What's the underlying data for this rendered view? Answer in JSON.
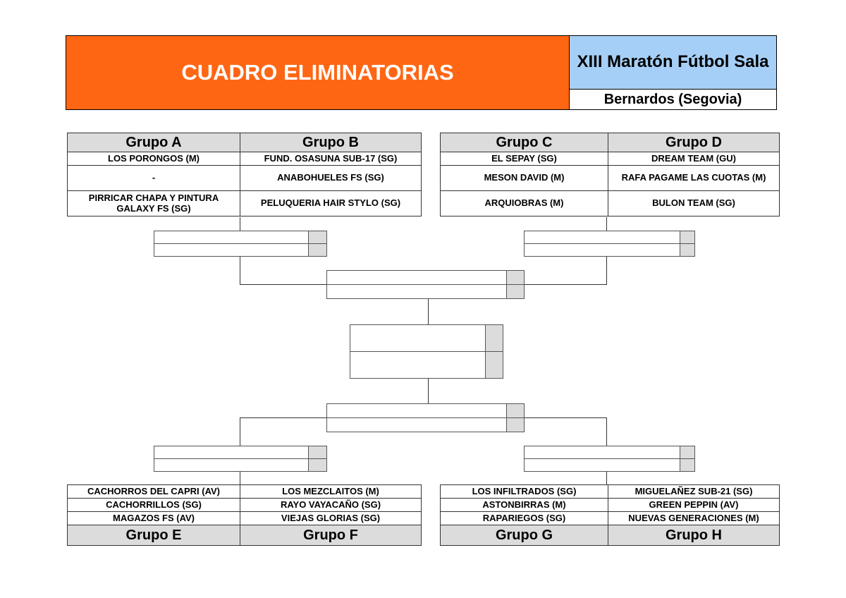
{
  "header": {
    "title": "CUADRO ELIMINATORIAS",
    "event": "XIII Maratón Fútbol Sala",
    "location": "Bernardos (Segovia)"
  },
  "groups_top_left": {
    "headers": [
      "Grupo A",
      "Grupo B"
    ],
    "rows": [
      [
        "LOS PORONGOS (M)",
        "FUND. OSASUNA SUB-17 (SG)"
      ],
      [
        "-",
        "ANABOHUELES FS (SG)"
      ],
      [
        "PIRRICAR CHAPA Y PINTURA GALAXY FS (SG)",
        "PELUQUERIA HAIR STYLO (SG)"
      ]
    ]
  },
  "groups_top_right": {
    "headers": [
      "Grupo C",
      "Grupo D"
    ],
    "rows": [
      [
        "EL SEPAY (SG)",
        "DREAM TEAM (GU)"
      ],
      [
        "MESON DAVID (M)",
        "RAFA PAGAME LAS CUOTAS (M)"
      ],
      [
        "ARQUIOBRAS (M)",
        "BULON TEAM (SG)"
      ]
    ]
  },
  "groups_bottom_left": {
    "headers": [
      "Grupo E",
      "Grupo F"
    ],
    "rows": [
      [
        "CACHORROS DEL CAPRI (AV)",
        "LOS MEZCLAITOS (M)"
      ],
      [
        "CACHORRILLOS (SG)",
        "RAYO VAYACAÑO (SG)"
      ],
      [
        "MAGAZOS FS (AV)",
        "VIEJAS GLORIAS (SG)"
      ]
    ]
  },
  "groups_bottom_right": {
    "headers": [
      "Grupo G",
      "Grupo H"
    ],
    "rows": [
      [
        "LOS INFILTRADOS (SG)",
        "MIGUELAÑEZ SUB-21 (SG)"
      ],
      [
        "ASTONBIRRAS (M)",
        "GREEN PEPPIN (AV)"
      ],
      [
        "RAPARIEGOS (SG)",
        "NUEVAS GENERACIONES (M)"
      ]
    ]
  }
}
